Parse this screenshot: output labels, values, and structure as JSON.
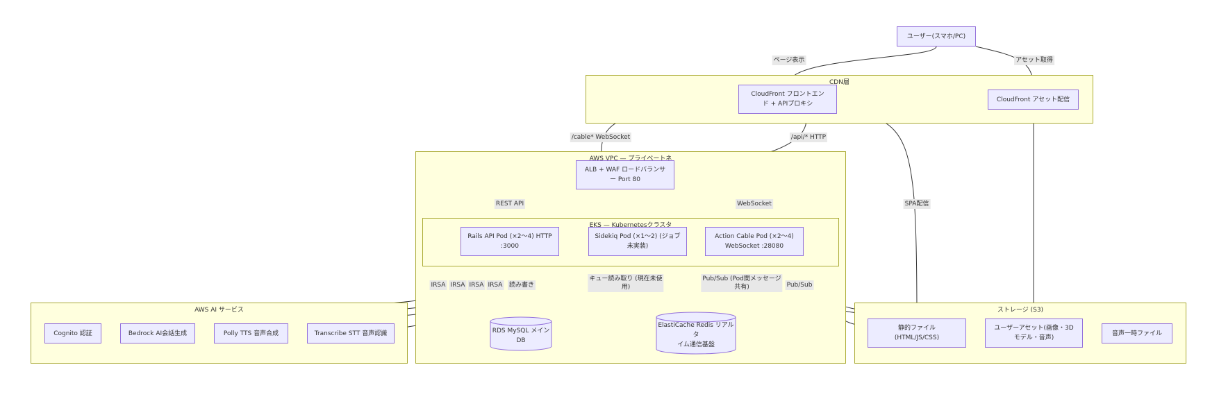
{
  "clusters": {
    "cdn": "CDN層",
    "vpc": "AWS VPC — プライベートネ",
    "eks": "EKS — Kubernetesクラスタ",
    "ai": "AWS AI サービス",
    "storage": "ストレージ (S3)"
  },
  "nodes": {
    "user": "ユーザー(スマホ/PC)",
    "cf_front": "CloudFront フロントエン\nド + APIプロキシ",
    "cf_asset": "CloudFront アセット配信",
    "alb": "ALB + WAF ロードバランサ\nー Port 80",
    "rails": "Rails API Pod (×2〜4) HTTP\n:3000",
    "sidekiq": "Sidekiq Pod (×1〜2) (ジョブ\n未実装)",
    "cable": "Action Cable Pod (×2〜4)\nWebSocket :28080",
    "rds": "RDS MySQL メインDB",
    "redis": "ElastiCache Redis リアルタ\nイム通信基盤",
    "cognito": "Cognito 認証",
    "bedrock": "Bedrock AI会話生成",
    "polly": "Polly TTS 音声合成",
    "transcribe": "Transcribe STT 音声認識",
    "static": "静的ファイル\n(HTML/JS/CSS)",
    "user_asset": "ユーザーアセット(画像・3D\nモデル・音声)",
    "audio_tmp": "音声一時ファイル"
  },
  "edge_labels": {
    "page_view": "ページ表示",
    "asset_get": "アセット取得",
    "cable_ws": "/cable* WebSocket",
    "api_http": "/api/* HTTP",
    "spa": "SPA配信",
    "rest": "REST API",
    "websocket": "WebSocket",
    "irsa1": "IRSA",
    "irsa2": "IRSA",
    "irsa3": "IRSA",
    "irsa4": "IRSA",
    "rw": "読み書き",
    "queue": "キュー読み取り (現在未使\n用)",
    "pubsub_cable": "Pub/Sub (Pod間メッセージ\n共有)",
    "pubsub": "Pub/Sub"
  },
  "colors": {
    "cluster_fill": "#ffffde",
    "cluster_border": "#aaaa33",
    "node_fill": "#ececff",
    "node_border": "#9370db",
    "edge": "#333333",
    "label_bg": "#e8e8e8"
  }
}
